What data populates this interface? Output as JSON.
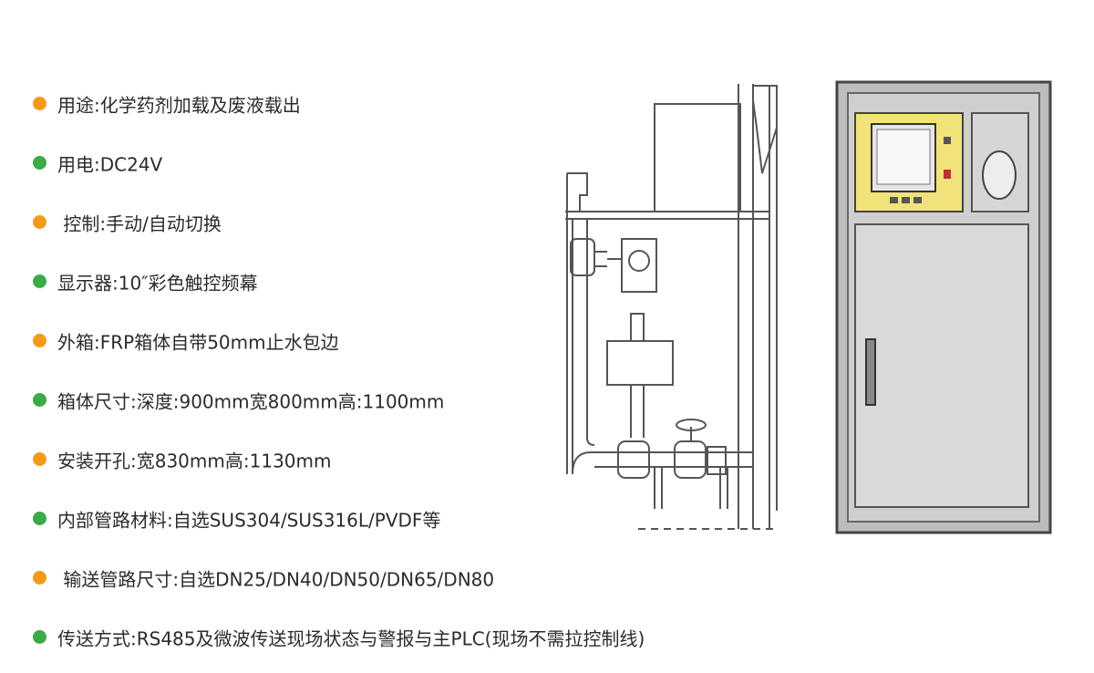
{
  "colors": {
    "orange": "#f39a1e",
    "green": "#3caa46",
    "text": "#2b2b2b",
    "panel_yellow": "#f2e27a",
    "cabinet_gray": "#d0d0d0"
  },
  "specs": [
    {
      "text": "用途:化学药剂加载及废液载出",
      "bullet": "orange"
    },
    {
      "text": "用电:DC24V",
      "bullet": "green"
    },
    {
      "text": " 控制:手动/自动切换",
      "bullet": "orange"
    },
    {
      "text": "显示器:10″彩色触控频幕",
      "bullet": "green"
    },
    {
      "text": "外箱:FRP箱体自带50mm止水包边",
      "bullet": "orange"
    },
    {
      "text": "箱体尺寸:深度:900mm宽800mm高:1100mm",
      "bullet": "green"
    },
    {
      "text": "安装开孔:宽830mm高:1130mm",
      "bullet": "orange"
    },
    {
      "text": "内部管路材料:自选SUS304/SUS316L/PVDF等",
      "bullet": "green"
    },
    {
      "text": " 输送管路尺寸:自选DN25/DN40/DN50/DN65/DN80",
      "bullet": "orange"
    },
    {
      "text": "传送方式:RS485及微波传送现场状态与警报与主PLC(现场不需拉控制线)",
      "bullet": "green"
    }
  ]
}
